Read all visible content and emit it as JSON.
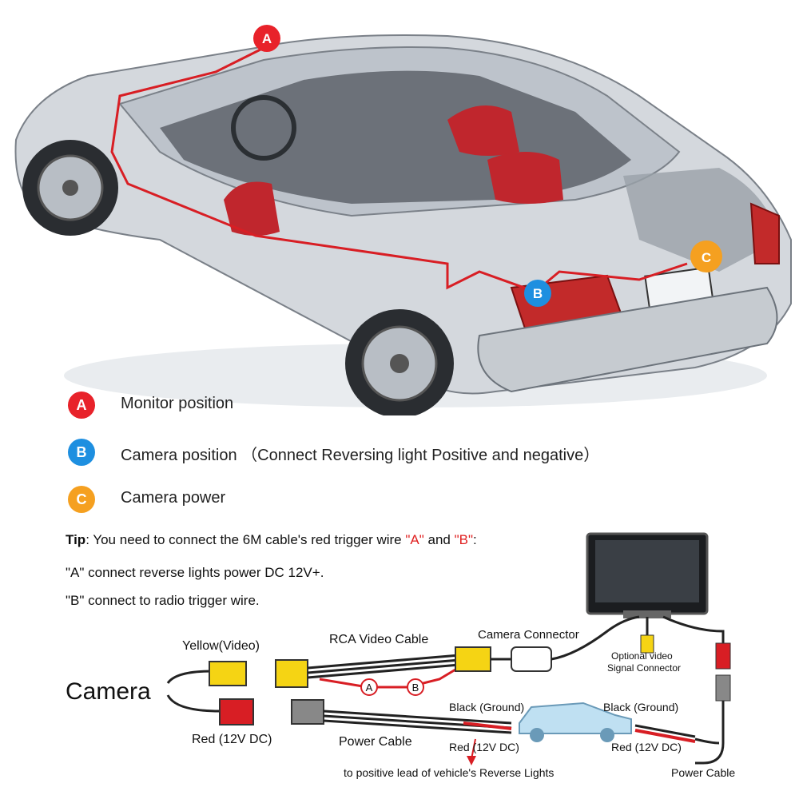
{
  "badges": {
    "a": {
      "letter": "A",
      "color": "#e8222a"
    },
    "b": {
      "letter": "B",
      "color": "#1e8fe0"
    },
    "c": {
      "letter": "C",
      "color": "#f5a020"
    }
  },
  "legend": [
    {
      "letter": "A",
      "text": "Monitor position"
    },
    {
      "letter": "B",
      "text": "Camera position （Connect Reversing light Positive and negative）"
    },
    {
      "letter": "C",
      "text": "Camera power"
    }
  ],
  "tip": {
    "label": "Tip",
    "text_before": ": You need to connect the 6M cable's red trigger wire ",
    "quote_a": "\"A\"",
    "text_and": " and ",
    "quote_b": "\"B\"",
    "text_end": ":",
    "line2": "\"A\" connect reverse lights power DC 12V+.",
    "line3": "\"B\" connect to radio trigger wire."
  },
  "wiring": {
    "camera": "Camera",
    "yellow_video": "Yellow(Video)",
    "rca_cable": "RCA Video Cable",
    "camera_connector": "Camera Connector",
    "optional_video_1": "Optional video",
    "optional_video_2": "Signal Connector",
    "red_12v_left": "Red (12V DC)",
    "power_cable_left": "Power Cable",
    "black_ground_1": "Black (Ground)",
    "red_12v_mid": "Red (12V DC)",
    "black_ground_2": "Black (Ground)",
    "red_12v_right": "Red (12V DC)",
    "reverse_lights": "to positive lead of vehicle's Reverse Lights",
    "power_cable_right": "Power Cable",
    "wire_a": "A",
    "wire_b": "B"
  }
}
